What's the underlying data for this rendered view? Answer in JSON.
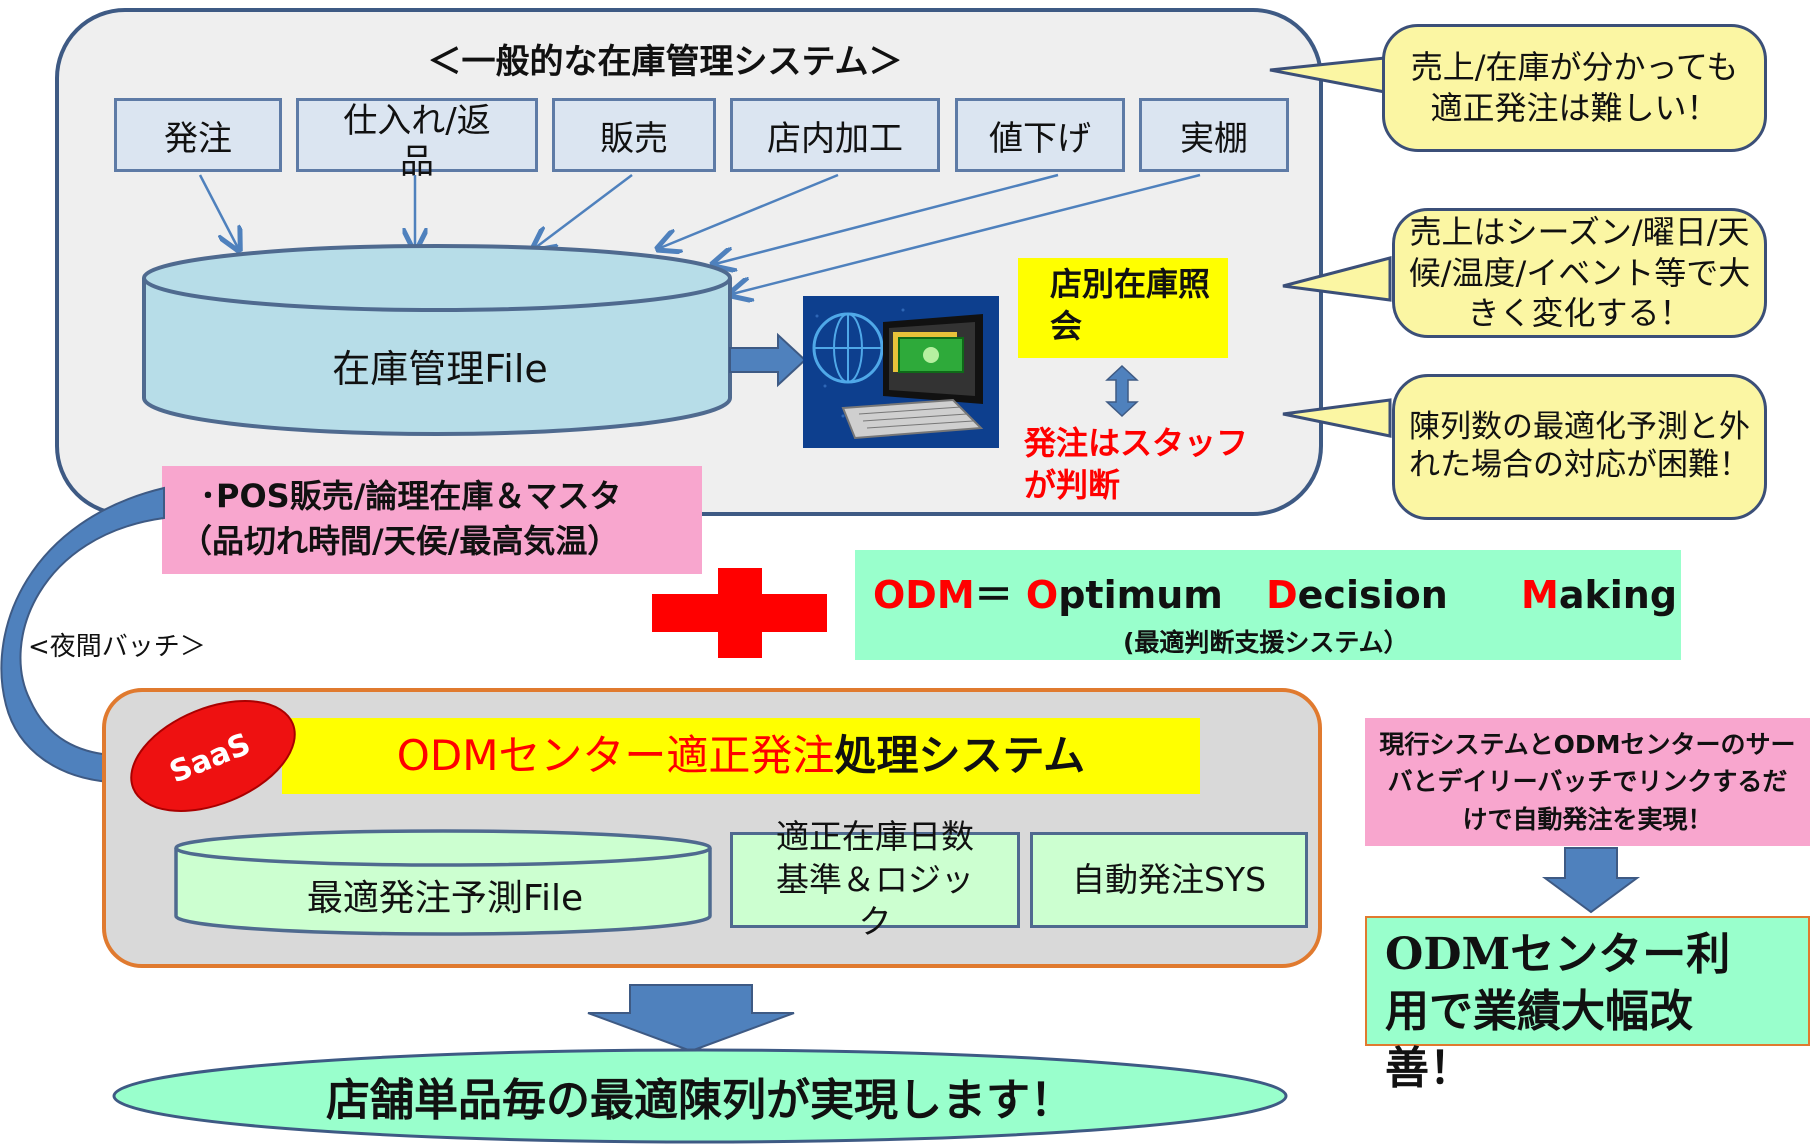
{
  "top_system": {
    "title": "＜一般的な在庫管理システム＞",
    "inputs": [
      "発注",
      "仕入れ/返品",
      "販売",
      "店内加工",
      "値下げ",
      "実棚"
    ],
    "database_label": "在庫管理File",
    "inquiry_label": "店別在庫照会",
    "staff_note": "発注はスタッフが判断"
  },
  "bubbles": [
    "売上/在庫が分かっても適正発注は難しい！",
    "売上はシーズン/曜日/天候/温度/イベント等で大きく変化する！",
    "陳列数の最適化予測と外れた場合の対応が困難！"
  ],
  "pos_box": {
    "line1": "･POS販売/論理在庫＆マスタ",
    "line2": "（品切れ時間/天侯/最高気温）"
  },
  "batch_label": "<夜間バッチ＞",
  "odm": {
    "prefix_red": "ODM",
    "equals": "＝",
    "o_letter": "O",
    "o_rest": "ptimum",
    "d_letter": "D",
    "d_rest": "ecision",
    "m_letter": "M",
    "m_rest": "aking",
    "subtitle": "(最適判断支援システム）"
  },
  "center": {
    "saas_badge": "SaaS",
    "title_red": "ODMセンター適正発注",
    "title_black": "処理システム",
    "file_label": "最適発注予測File",
    "logic_label": "適正在庫日数基準＆ロジック",
    "auto_label": "自動発注SYS"
  },
  "right_notes": {
    "link_note": "現行システムとODMセンターのサーバとデイリーバッチでリンクするだけで自動発注を実現！",
    "result": "ODMセンター利用で業績大幅改善！"
  },
  "conclusion": "店舗単品毎の最適陳列が実現します！",
  "colors": {
    "panel_border": "#3e5a84",
    "red_text": "#ff0000",
    "yellow": "#ffff00",
    "pink": "#f8a6ce",
    "mint": "#99ffcc",
    "arrow_blue": "#4f81bd"
  }
}
